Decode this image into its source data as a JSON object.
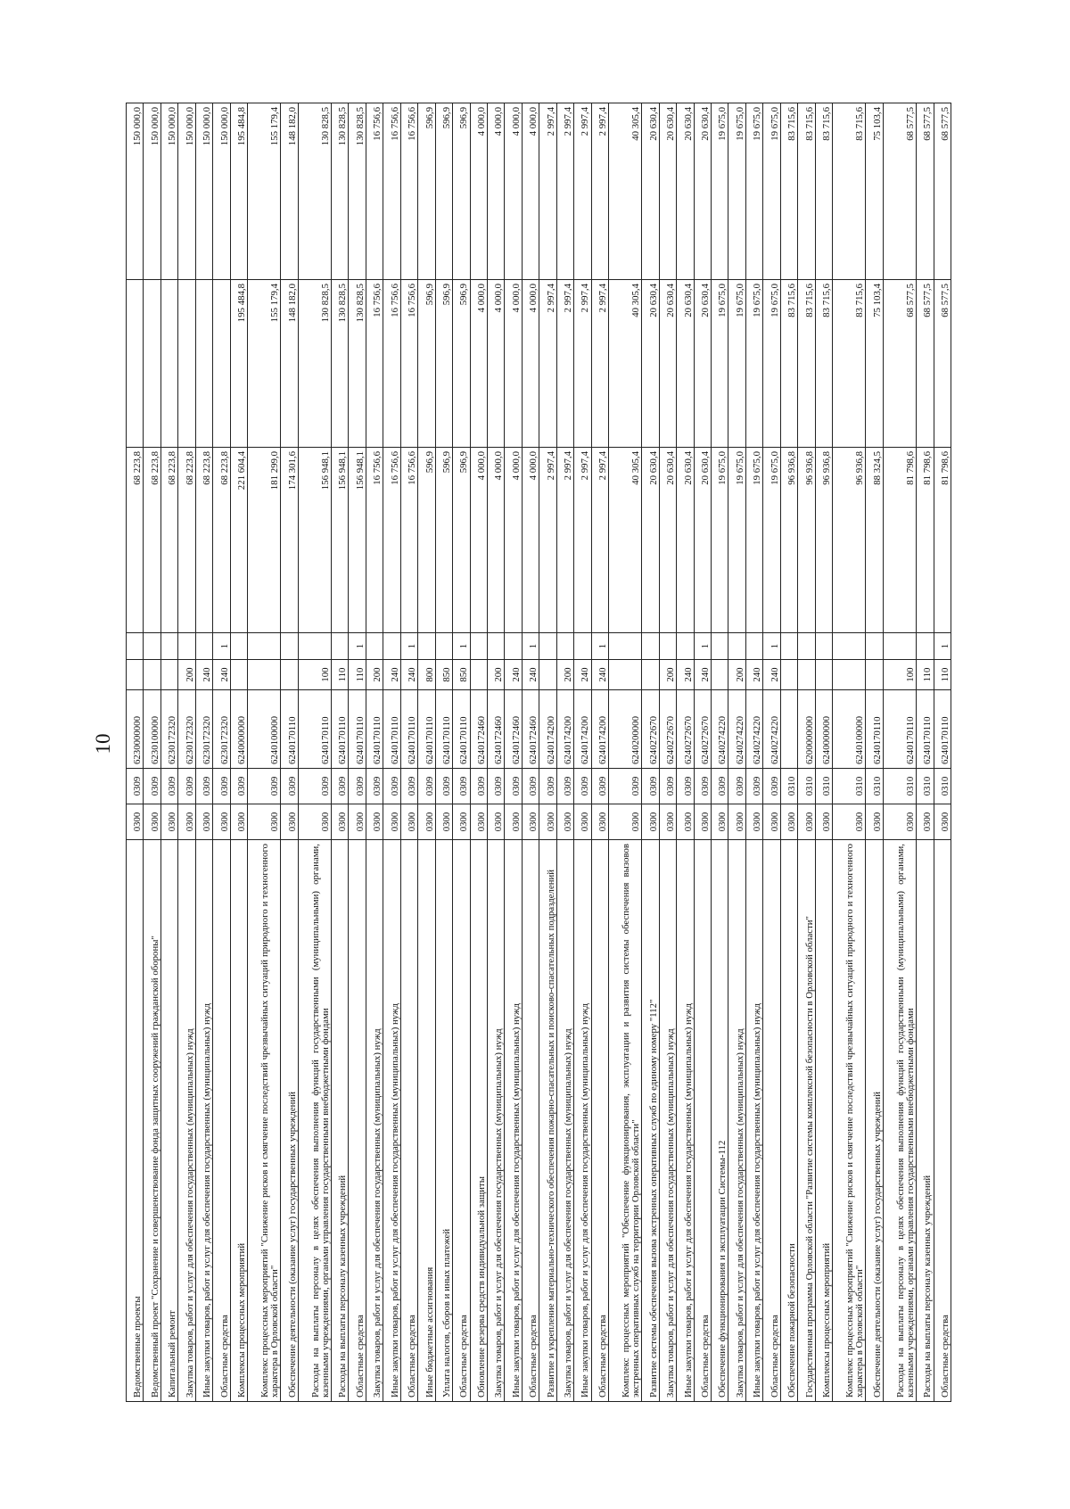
{
  "page_number": "10",
  "rows": [
    {
      "name": "Ведомственные проекты",
      "sec": "0300",
      "sub": "0309",
      "target": "6230000000",
      "type": "",
      "flag": "",
      "v1": "68 223,8",
      "v2": "",
      "v3": "150 000,0"
    },
    {
      "name": "Ведомственный проект \"Сохранение и совершенствование фонда защитных сооружений гражданской обороны\"",
      "sec": "0300",
      "sub": "0309",
      "target": "6230100000",
      "type": "",
      "flag": "",
      "v1": "68 223,8",
      "v2": "",
      "v3": "150 000,0"
    },
    {
      "name": "Капитальный ремонт",
      "sec": "0300",
      "sub": "0309",
      "target": "6230172320",
      "type": "",
      "flag": "",
      "v1": "68 223,8",
      "v2": "",
      "v3": "150 000,0"
    },
    {
      "name": "Закупка товаров, работ и услуг для обеспечения государственных (муниципальных) нужд",
      "sec": "0300",
      "sub": "0309",
      "target": "6230172320",
      "type": "200",
      "flag": "",
      "v1": "68 223,8",
      "v2": "",
      "v3": "150 000,0"
    },
    {
      "name": "Иные закупки товаров, работ и услуг для обеспечения государственных (муниципальных) нужд",
      "sec": "0300",
      "sub": "0309",
      "target": "6230172320",
      "type": "240",
      "flag": "",
      "v1": "68 223,8",
      "v2": "",
      "v3": "150 000,0"
    },
    {
      "name": "Областные средства",
      "sec": "0300",
      "sub": "0309",
      "target": "6230172320",
      "type": "240",
      "flag": "1",
      "v1": "68 223,8",
      "v2": "",
      "v3": "150 000,0"
    },
    {
      "name": "Комплексы процессных мероприятий",
      "sec": "0300",
      "sub": "0309",
      "target": "6240000000",
      "type": "",
      "flag": "",
      "v1": "221 604,4",
      "v2": "195 484,8",
      "v3": "195 484,8"
    },
    {
      "name": "Комплекс процессных мероприятий \"Снижение рисков и смягчение последствий чрезвычайных ситуаций природного и техногенного характера в Орловской области\"",
      "sec": "0300",
      "sub": "0309",
      "target": "6240100000",
      "type": "",
      "flag": "",
      "v1": "181 299,0",
      "v2": "155 179,4",
      "v3": "155 179,4"
    },
    {
      "name": "Обеспечение деятельности (оказание услуг) государственных учреждений",
      "sec": "0300",
      "sub": "0309",
      "target": "6240170110",
      "type": "",
      "flag": "",
      "v1": "174 301,6",
      "v2": "148 182,0",
      "v3": "148 182,0"
    },
    {
      "name": "Расходы на выплаты персоналу в целях обеспечения выполнения функций государственными (муниципальными) органами, казенными учреждениями, органами управления государственными внебюджетными фондами",
      "sec": "0300",
      "sub": "0309",
      "target": "6240170110",
      "type": "100",
      "flag": "",
      "v1": "156 948,1",
      "v2": "130 828,5",
      "v3": "130 828,5"
    },
    {
      "name": "Расходы на выплаты персоналу казенных учреждений",
      "sec": "0300",
      "sub": "0309",
      "target": "6240170110",
      "type": "110",
      "flag": "",
      "v1": "156 948,1",
      "v2": "130 828,5",
      "v3": "130 828,5"
    },
    {
      "name": "Областные средства",
      "sec": "0300",
      "sub": "0309",
      "target": "6240170110",
      "type": "110",
      "flag": "1",
      "v1": "156 948,1",
      "v2": "130 828,5",
      "v3": "130 828,5"
    },
    {
      "name": "Закупка товаров, работ и услуг для обеспечения государственных (муниципальных) нужд",
      "sec": "0300",
      "sub": "0309",
      "target": "6240170110",
      "type": "200",
      "flag": "",
      "v1": "16 756,6",
      "v2": "16 756,6",
      "v3": "16 756,6"
    },
    {
      "name": "Иные закупки товаров, работ и услуг для обеспечения государственных (муниципальных) нужд",
      "sec": "0300",
      "sub": "0309",
      "target": "6240170110",
      "type": "240",
      "flag": "",
      "v1": "16 756,6",
      "v2": "16 756,6",
      "v3": "16 756,6"
    },
    {
      "name": "Областные средства",
      "sec": "0300",
      "sub": "0309",
      "target": "6240170110",
      "type": "240",
      "flag": "1",
      "v1": "16 756,6",
      "v2": "16 756,6",
      "v3": "16 756,6"
    },
    {
      "name": "Иные бюджетные ассигнования",
      "sec": "0300",
      "sub": "0309",
      "target": "6240170110",
      "type": "800",
      "flag": "",
      "v1": "596,9",
      "v2": "596,9",
      "v3": "596,9"
    },
    {
      "name": "Уплата налогов, сборов и иных платежей",
      "sec": "0300",
      "sub": "0309",
      "target": "6240170110",
      "type": "850",
      "flag": "",
      "v1": "596,9",
      "v2": "596,9",
      "v3": "596,9"
    },
    {
      "name": "Областные средства",
      "sec": "0300",
      "sub": "0309",
      "target": "6240170110",
      "type": "850",
      "flag": "1",
      "v1": "596,9",
      "v2": "596,9",
      "v3": "596,9"
    },
    {
      "name": "Обновление резерва средств индивидуальной защиты",
      "sec": "0300",
      "sub": "0309",
      "target": "6240172460",
      "type": "",
      "flag": "",
      "v1": "4 000,0",
      "v2": "4 000,0",
      "v3": "4 000,0"
    },
    {
      "name": "Закупка товаров, работ и услуг для обеспечения государственных (муниципальных) нужд",
      "sec": "0300",
      "sub": "0309",
      "target": "6240172460",
      "type": "200",
      "flag": "",
      "v1": "4 000,0",
      "v2": "4 000,0",
      "v3": "4 000,0"
    },
    {
      "name": "Иные закупки товаров, работ и услуг для обеспечения государственных (муниципальных) нужд",
      "sec": "0300",
      "sub": "0309",
      "target": "6240172460",
      "type": "240",
      "flag": "",
      "v1": "4 000,0",
      "v2": "4 000,0",
      "v3": "4 000,0"
    },
    {
      "name": "Областные средства",
      "sec": "0300",
      "sub": "0309",
      "target": "6240172460",
      "type": "240",
      "flag": "1",
      "v1": "4 000,0",
      "v2": "4 000,0",
      "v3": "4 000,0"
    },
    {
      "name": "Развитие и укрепление материально-технического обеспечения пожарно-спасательных и поисково-спасательных подразделений",
      "sec": "0300",
      "sub": "0309",
      "target": "6240174200",
      "type": "",
      "flag": "",
      "v1": "2 997,4",
      "v2": "2 997,4",
      "v3": "2 997,4"
    },
    {
      "name": "Закупка товаров, работ и услуг для обеспечения государственных (муниципальных) нужд",
      "sec": "0300",
      "sub": "0309",
      "target": "6240174200",
      "type": "200",
      "flag": "",
      "v1": "2 997,4",
      "v2": "2 997,4",
      "v3": "2 997,4"
    },
    {
      "name": "Иные закупки товаров, работ и услуг для обеспечения государственных (муниципальных) нужд",
      "sec": "0300",
      "sub": "0309",
      "target": "6240174200",
      "type": "240",
      "flag": "",
      "v1": "2 997,4",
      "v2": "2 997,4",
      "v3": "2 997,4"
    },
    {
      "name": "Областные средства",
      "sec": "0300",
      "sub": "0309",
      "target": "6240174200",
      "type": "240",
      "flag": "1",
      "v1": "2 997,4",
      "v2": "2 997,4",
      "v3": "2 997,4"
    },
    {
      "name": "Комплекс процессных мероприятий \"Обеспечение функционирования, эксплуатации и развития системы обеспечения вызовов экстренных оперативных служб на территории Орловской области\"",
      "sec": "0300",
      "sub": "0309",
      "target": "6240200000",
      "type": "",
      "flag": "",
      "v1": "40 305,4",
      "v2": "40 305,4",
      "v3": "40 305,4"
    },
    {
      "name": "Развитие системы обеспечения вызова экстренных оперативных служб по единому номеру \"112\"",
      "sec": "0300",
      "sub": "0309",
      "target": "6240272670",
      "type": "",
      "flag": "",
      "v1": "20 630,4",
      "v2": "20 630,4",
      "v3": "20 630,4"
    },
    {
      "name": "Закупка товаров, работ и услуг для обеспечения государственных (муниципальных) нужд",
      "sec": "0300",
      "sub": "0309",
      "target": "6240272670",
      "type": "200",
      "flag": "",
      "v1": "20 630,4",
      "v2": "20 630,4",
      "v3": "20 630,4"
    },
    {
      "name": "Иные закупки товаров, работ и услуг для обеспечения государственных (муниципальных) нужд",
      "sec": "0300",
      "sub": "0309",
      "target": "6240272670",
      "type": "240",
      "flag": "",
      "v1": "20 630,4",
      "v2": "20 630,4",
      "v3": "20 630,4"
    },
    {
      "name": "Областные средства",
      "sec": "0300",
      "sub": "0309",
      "target": "6240272670",
      "type": "240",
      "flag": "1",
      "v1": "20 630,4",
      "v2": "20 630,4",
      "v3": "20 630,4"
    },
    {
      "name": "Обеспечение функционирования и эксплуатации Системы-112",
      "sec": "0300",
      "sub": "0309",
      "target": "6240274220",
      "type": "",
      "flag": "",
      "v1": "19 675,0",
      "v2": "19 675,0",
      "v3": "19 675,0"
    },
    {
      "name": "Закупка товаров, работ и услуг для обеспечения государственных (муниципальных) нужд",
      "sec": "0300",
      "sub": "0309",
      "target": "6240274220",
      "type": "200",
      "flag": "",
      "v1": "19 675,0",
      "v2": "19 675,0",
      "v3": "19 675,0"
    },
    {
      "name": "Иные закупки товаров, работ и услуг для обеспечения государственных (муниципальных) нужд",
      "sec": "0300",
      "sub": "0309",
      "target": "6240274220",
      "type": "240",
      "flag": "",
      "v1": "19 675,0",
      "v2": "19 675,0",
      "v3": "19 675,0"
    },
    {
      "name": "Областные средства",
      "sec": "0300",
      "sub": "0309",
      "target": "6240274220",
      "type": "240",
      "flag": "1",
      "v1": "19 675,0",
      "v2": "19 675,0",
      "v3": "19 675,0"
    },
    {
      "name": "Обеспечение пожарной безопасности",
      "sec": "0300",
      "sub": "0310",
      "target": "",
      "type": "",
      "flag": "",
      "v1": "96 936,8",
      "v2": "83 715,6",
      "v3": "83 715,6"
    },
    {
      "name": "Государственная программа Орловской области \"Развитие системы комплексной безопасности в Орловской области\"",
      "sec": "0300",
      "sub": "0310",
      "target": "6200000000",
      "type": "",
      "flag": "",
      "v1": "96 936,8",
      "v2": "83 715,6",
      "v3": "83 715,6"
    },
    {
      "name": "Комплексы процессных мероприятий",
      "sec": "0300",
      "sub": "0310",
      "target": "6240000000",
      "type": "",
      "flag": "",
      "v1": "96 936,8",
      "v2": "83 715,6",
      "v3": "83 715,6"
    },
    {
      "name": "Комплекс процессных мероприятий \"Снижение рисков и смягчение последствий чрезвычайных ситуаций природного и техногенного характера в Орловской области\"",
      "sec": "0300",
      "sub": "0310",
      "target": "6240100000",
      "type": "",
      "flag": "",
      "v1": "96 936,8",
      "v2": "83 715,6",
      "v3": "83 715,6"
    },
    {
      "name": "Обеспечение деятельности (оказание услуг) государственных учреждений",
      "sec": "0300",
      "sub": "0310",
      "target": "6240170110",
      "type": "",
      "flag": "",
      "v1": "88 324,5",
      "v2": "75 103,4",
      "v3": "75 103,4"
    },
    {
      "name": "Расходы на выплаты персоналу в целях обеспечения выполнения функций государственными (муниципальными) органами, казенными учреждениями, органами управления государственными внебюджетными фондами",
      "sec": "0300",
      "sub": "0310",
      "target": "6240170110",
      "type": "100",
      "flag": "",
      "v1": "81 798,6",
      "v2": "68 577,5",
      "v3": "68 577,5"
    },
    {
      "name": "Расходы на выплаты персоналу казенных учреждений",
      "sec": "0300",
      "sub": "0310",
      "target": "6240170110",
      "type": "110",
      "flag": "",
      "v1": "81 798,6",
      "v2": "68 577,5",
      "v3": "68 577,5"
    },
    {
      "name": "Областные средства",
      "sec": "0300",
      "sub": "0310",
      "target": "6240170110",
      "type": "110",
      "flag": "1",
      "v1": "81 798,6",
      "v2": "68 577,5",
      "v3": "68 577,5"
    }
  ]
}
